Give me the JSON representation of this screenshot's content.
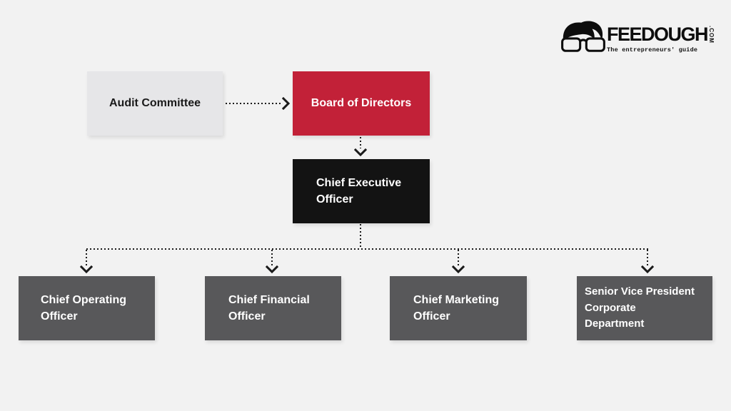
{
  "logo": {
    "brand": "FEEDOUGH",
    "tld": ".COM",
    "tagline": "The entrepreneurs' guide"
  },
  "diagram": {
    "type": "org-chart",
    "nodes": {
      "audit": {
        "label": "Audit Committee",
        "color": "#e6e6e8",
        "text_color": "#1a1a1a"
      },
      "board": {
        "label": "Board of Directors",
        "color": "#c22138",
        "text_color": "#ffffff"
      },
      "ceo": {
        "label": "Chief Executive\nOfficer",
        "color": "#131313",
        "text_color": "#ffffff"
      },
      "coo": {
        "label": "Chief Operating\nOfficer",
        "color": "#58585a",
        "text_color": "#ffffff"
      },
      "cfo": {
        "label": "Chief Financial\nOfficer",
        "color": "#58585a",
        "text_color": "#ffffff"
      },
      "cmo": {
        "label": "Chief Marketing\nOfficer",
        "color": "#58585a",
        "text_color": "#ffffff"
      },
      "svp": {
        "label": "Senior Vice President\nCorporate\nDepartment",
        "color": "#58585a",
        "text_color": "#ffffff"
      }
    },
    "edges": [
      {
        "from": "audit",
        "to": "board",
        "style": "dotted-arrow"
      },
      {
        "from": "board",
        "to": "ceo",
        "style": "dotted-arrow"
      },
      {
        "from": "ceo",
        "to": "coo",
        "style": "dotted-arrow"
      },
      {
        "from": "ceo",
        "to": "cfo",
        "style": "dotted-arrow"
      },
      {
        "from": "ceo",
        "to": "cmo",
        "style": "dotted-arrow"
      },
      {
        "from": "ceo",
        "to": "svp",
        "style": "dotted-arrow"
      }
    ],
    "colors": {
      "background": "#f2f2f2",
      "connector": "#1a1a1a"
    }
  }
}
